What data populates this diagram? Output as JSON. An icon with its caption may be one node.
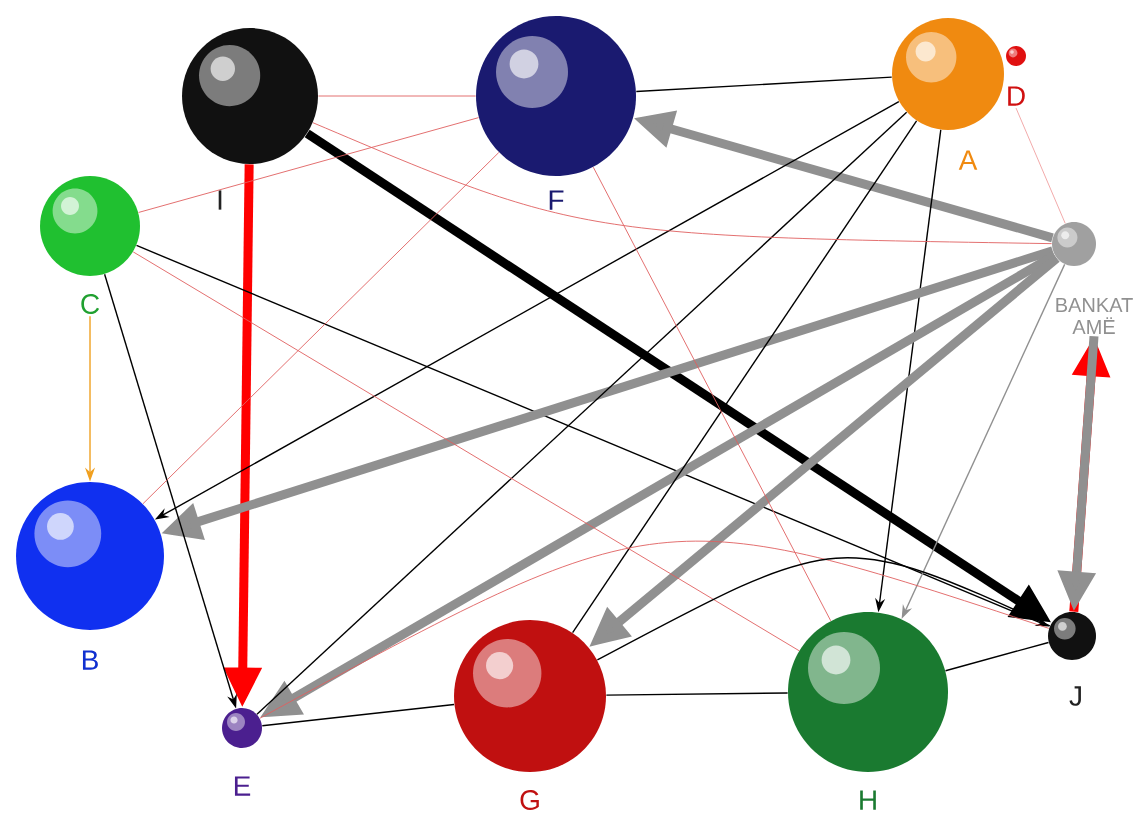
{
  "diagram": {
    "nodes": [
      {
        "text": [
          "I"
        ]
      },
      {
        "text": [
          "F"
        ]
      },
      {
        "text": [
          "A"
        ]
      },
      {
        "text": [
          "D"
        ]
      },
      {
        "text": [
          "C"
        ]
      },
      {
        "text": [
          "BANKAT AMË"
        ]
      },
      {
        "text": [
          "B"
        ]
      },
      {
        "text": [
          "J"
        ]
      },
      {
        "text": [
          "E"
        ]
      },
      {
        "text": [
          "G"
        ]
      },
      {
        "text": [
          "H"
        ]
      }
    ],
    "edges": [
      {
        "from": 0,
        "to": 8,
        "arrow": "to",
        "style": "thick",
        "color": "#ff0000"
      },
      {
        "from": 0,
        "to": 7,
        "arrow": "to",
        "style": "thick"
      },
      {
        "from": 5,
        "to": 1,
        "arrow": "to",
        "style": "thick",
        "color": "#909090"
      },
      {
        "from": 7,
        "to": 5,
        "arrow": "to",
        "style": "thick",
        "color": "#ff0000"
      },
      {
        "from": 5,
        "to": 7,
        "arrow": "to",
        "style": "thick",
        "color": "#909090"
      },
      {
        "from": 4,
        "to": 6,
        "arrow": "to",
        "color": "#f0a020"
      },
      {
        "from": 4,
        "to": 7,
        "arrow": "to"
      },
      {
        "from": 2,
        "to": 10,
        "arrow": "to"
      },
      {
        "from": 5,
        "to": 6,
        "arrow": "to",
        "style": "thick",
        "color": "#909090"
      },
      {
        "from": 5,
        "to": 8,
        "arrow": "to",
        "style": "thick",
        "color": "#909090"
      },
      {
        "from": 5,
        "to": 9,
        "arrow": "to",
        "style": "thick",
        "color": "#909090"
      },
      {
        "from": 5,
        "to": 10,
        "arrow": "to",
        "color": "#909090"
      },
      {
        "from": 2,
        "to": 6,
        "arrow": "to"
      },
      {
        "from": 4,
        "to": 8,
        "arrow": "to"
      },
      {
        "from": 3,
        "to": 5,
        "arrow": "none",
        "color": "#f0a0a0"
      },
      {
        "from": 2,
        "to": 1,
        "arrow": "none"
      },
      {
        "from": 2,
        "to": 8,
        "arrow": "none"
      },
      {
        "from": 2,
        "to": 9,
        "arrow": "none"
      },
      {
        "from": 0,
        "to": 5,
        "arrow": "none",
        "color": "#e06060"
      },
      {
        "from": 0,
        "to": 1,
        "arrow": "none",
        "color": "#e06060"
      },
      {
        "from": 4,
        "to": 1,
        "arrow": "none",
        "color": "#e06060"
      },
      {
        "from": 6,
        "to": 1,
        "arrow": "none",
        "color": "#e06060"
      },
      {
        "from": 1,
        "to": 10,
        "arrow": "none",
        "color": "#e06060"
      },
      {
        "from": 4,
        "to": 10,
        "arrow": "none",
        "color": "#e06060"
      },
      {
        "from": 8,
        "to": 9,
        "arrow": "none"
      },
      {
        "from": 9,
        "to": 10,
        "arrow": "none"
      },
      {
        "from": 10,
        "to": 7,
        "arrow": "none"
      },
      {
        "from": 8,
        "to": 7,
        "arrow": "none",
        "color": "#e06060"
      },
      {
        "from": 9,
        "to": 7,
        "arrow": "none"
      }
    ]
  }
}
